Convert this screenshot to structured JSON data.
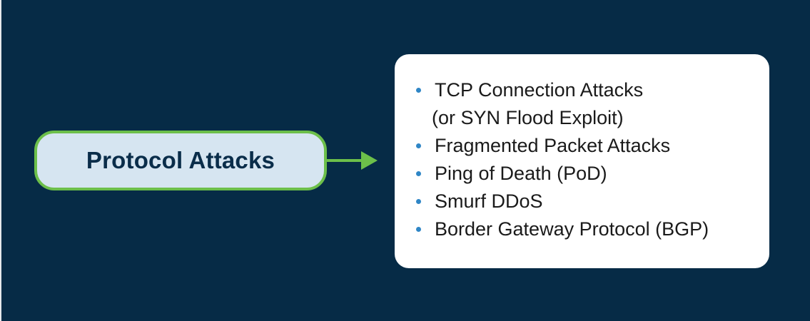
{
  "diagram": {
    "topic": {
      "label": "Protocol Attacks"
    },
    "items": [
      {
        "lines": [
          "TCP Connection Attacks",
          "(or SYN Flood Exploit)"
        ]
      },
      {
        "lines": [
          "Fragmented Packet Attacks"
        ]
      },
      {
        "lines": [
          "Ping of Death (PoD)"
        ]
      },
      {
        "lines": [
          "Smurf DDoS"
        ]
      },
      {
        "lines": [
          "Border Gateway Protocol (BGP)"
        ]
      }
    ]
  },
  "colors": {
    "background": "#062b46",
    "topic_fill": "#d6e5f1",
    "topic_border": "#6cbf4a",
    "topic_text": "#0a2d4a",
    "arrow": "#6cbf4a",
    "bullet": "#2f86c6",
    "list_fill": "#ffffff",
    "list_text": "#1a1a1a"
  }
}
